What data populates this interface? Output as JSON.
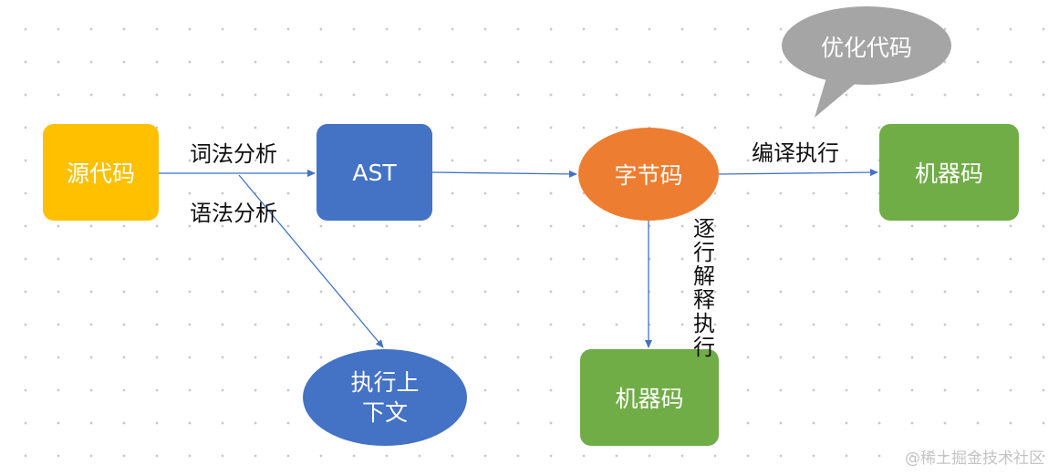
{
  "nodes": {
    "source_code": "源代码",
    "ast": "AST",
    "bytecode": "字节码",
    "machine_code_right": "机器码",
    "machine_code_bottom": "机器码",
    "exec_context": "执行上下文",
    "optimize": "优化代码"
  },
  "edges": {
    "lexical_analysis": "词法分析",
    "syntax_analysis": "语法分析",
    "compile_execute": "编译执行",
    "interpret_execute": "逐行解释执行"
  },
  "watermark": "@稀土掘金技术社区",
  "colors": {
    "yellow": "#FFC000",
    "blue": "#4472C4",
    "orange": "#ED7D31",
    "green": "#70AD47",
    "gray": "#A5A5A5",
    "arrow": "#4472C4"
  }
}
